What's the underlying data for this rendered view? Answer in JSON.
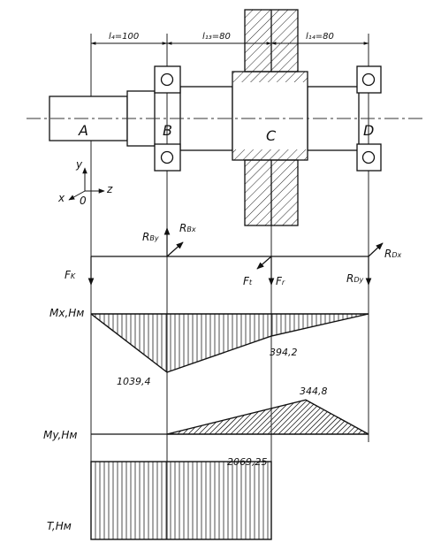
{
  "dimensions": {
    "l4": "l₄=100",
    "l13": "l₁₃=80",
    "l14": "l₁₄=80"
  },
  "points": {
    "a": "A",
    "b": "B",
    "c": "C",
    "d": "D"
  },
  "axes": {
    "x": "x",
    "y": "y",
    "z": "z",
    "origin": "0"
  },
  "forces": {
    "rb_y": "R",
    "rb_y_sub": "By",
    "rb_x": "R",
    "rb_x_sub": "Bx",
    "rd_x": "R",
    "rd_x_sub": "Dx",
    "rd_y": "R",
    "rd_y_sub": "Dy",
    "fk": "F",
    "fk_sub": "K",
    "ft": "F",
    "ft_sub": "t",
    "fr": "F",
    "fr_sub": "r"
  },
  "diagrams": {
    "mx_label": "Mx,Нм",
    "mx_value_b": "1039,4",
    "mx_value_c": "394,2",
    "my_label": "My,Нм",
    "my_value_c": "344,8",
    "t_label": "T,Нм",
    "t_value": "2069,25"
  },
  "plot_values": {
    "mx_b": 1039.4,
    "mx_c": 394.2,
    "my_c": 344.8,
    "t": 2069.25
  }
}
